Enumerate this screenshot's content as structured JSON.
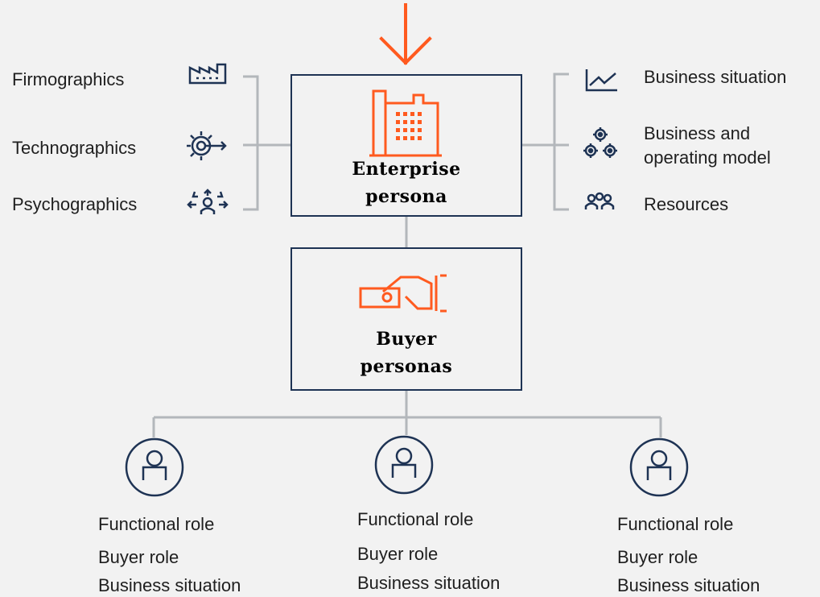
{
  "colors": {
    "accent": "#ff5a1f",
    "navy": "#1e3354",
    "connector": "#b3b7bb",
    "background": "#f2f2f2"
  },
  "enterprise": {
    "title_line1": "Enterprise",
    "title_line2": "persona",
    "icon": "office-building-icon"
  },
  "buyer": {
    "title_line1": "Buyer",
    "title_line2": "personas",
    "icon": "handshake-icon"
  },
  "left_attributes": [
    {
      "label": "Firmographics",
      "icon": "factory-icon"
    },
    {
      "label": "Technographics",
      "icon": "gear-arrow-icon"
    },
    {
      "label": "Psychographics",
      "icon": "person-arrows-icon"
    }
  ],
  "right_attributes": [
    {
      "label": "Business situation",
      "icon": "line-chart-icon"
    },
    {
      "label_line1": "Business and",
      "label_line2": "operating model",
      "icon": "gears-icon"
    },
    {
      "label": "Resources",
      "icon": "people-icon"
    }
  ],
  "buyer_personas": [
    {
      "icon": "person-icon",
      "items": [
        "Functional role",
        "Buyer role",
        "Business situation"
      ]
    },
    {
      "icon": "person-icon",
      "items": [
        "Functional role",
        "Buyer role",
        "Business situation"
      ]
    },
    {
      "icon": "person-icon",
      "items": [
        "Functional role",
        "Buyer role",
        "Business situation"
      ]
    }
  ]
}
